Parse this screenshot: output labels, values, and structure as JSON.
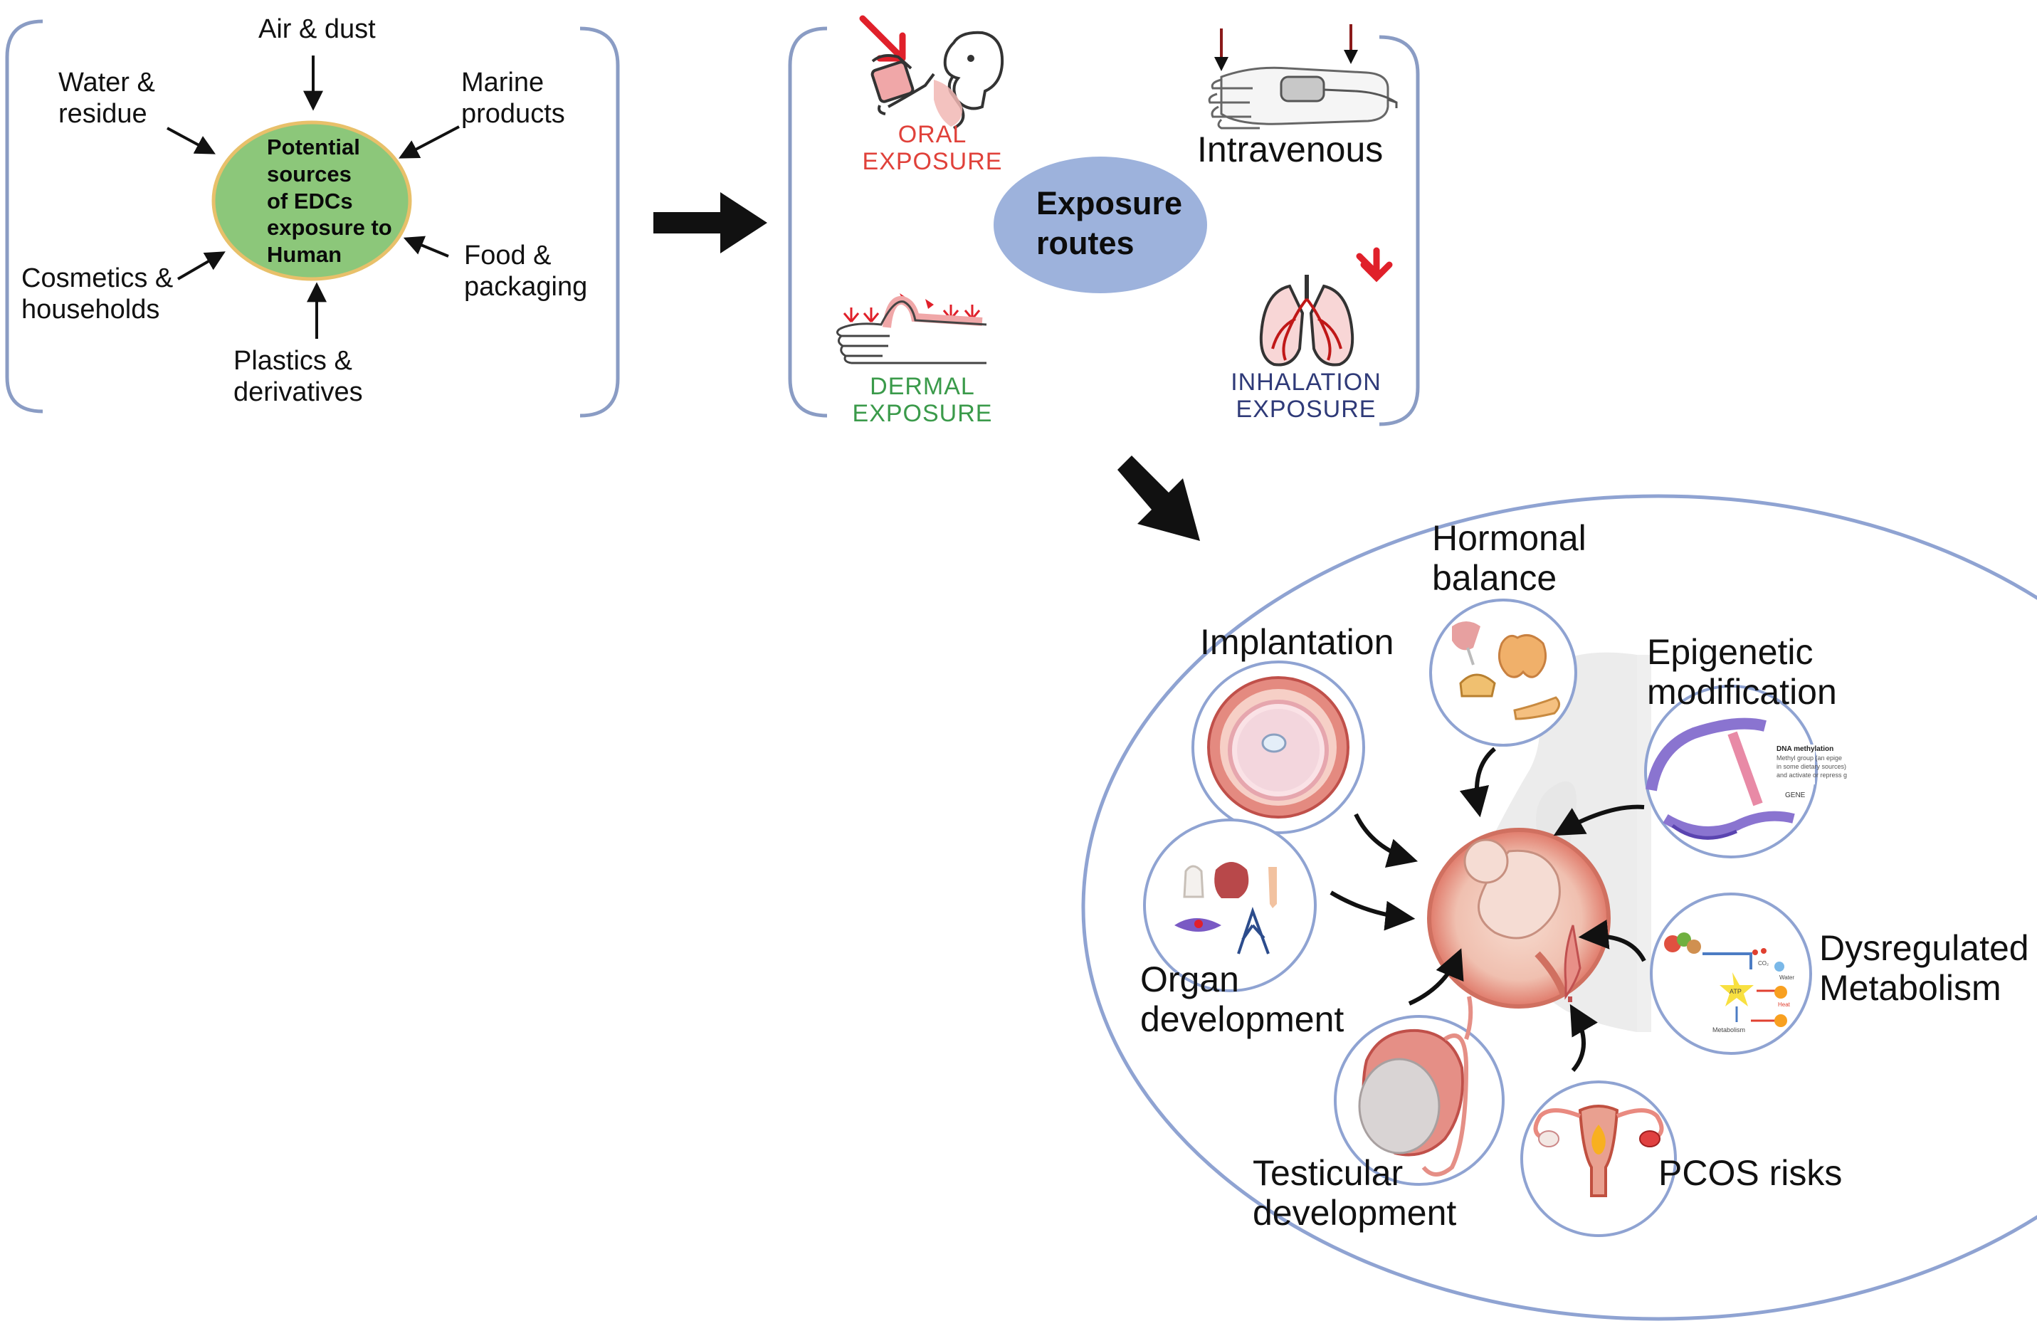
{
  "sources": {
    "center": "Potential\nsources\nof EDCs\nexposure to\nHuman",
    "air": "Air & dust",
    "water": "Water &\nresidue",
    "marine": "Marine\nproducts",
    "food": "Food &\npackaging",
    "cosmetics": "Cosmetics &\nhouseholds",
    "plastics": "Plastics &\nderivatives"
  },
  "routes": {
    "center": "Exposure\nroutes",
    "oral": "ORAL\nEXPOSURE",
    "intravenous": "Intravenous",
    "dermal": "DERMAL\nEXPOSURE",
    "inhalation": "INHALATION\nEXPOSURE"
  },
  "effects": {
    "hormonal": "Hormonal\nbalance",
    "implantation": "Implantation",
    "epigenetic": "Epigenetic\nmodification",
    "organ": "Organ\ndevelopment",
    "metabolism": "Dysregulated\nMetabolism",
    "testicular": "Testicular\ndevelopment",
    "pcos": "PCOS risks"
  },
  "inset_text": {
    "dna_title": "DNA methylation",
    "dna_body": "Methyl group (an epige\nin some dietary sources)\nand activate or repress g",
    "gene": "GENE",
    "water": "Water",
    "heat": "Heat",
    "co2": "CO₂",
    "atp": "ATP",
    "metabolism": "Metabolism"
  },
  "colors": {
    "bracket": "#8a9cc4",
    "source_fill": "#8cc77a",
    "source_stroke": "#e8c06a",
    "routes_fill": "#9db2dc",
    "oral_text": "#e0413a",
    "dermal_text": "#3a9a4a",
    "inhalation_text": "#2f3a78",
    "arrow": "#111111",
    "red_arrow": "#e0202a"
  },
  "icons": [
    "drinking-person-icon",
    "hand-iv-icon",
    "dermal-hand-icon",
    "lungs-icon",
    "pregnant-uterus-icon",
    "uterus-icon",
    "testis-icon",
    "dna-icon",
    "thyroid-icon",
    "embryo-icon"
  ]
}
